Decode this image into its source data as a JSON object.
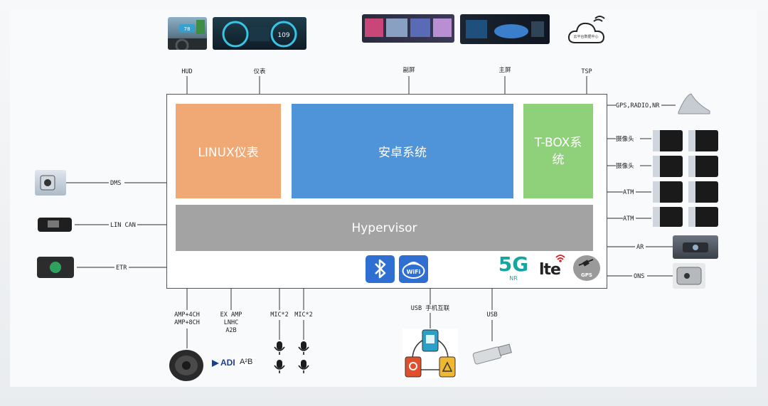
{
  "blocks": {
    "linux": "LINUX仪表",
    "android": "安卓系统",
    "tbox_line1": "T-BOX系",
    "tbox_line2": "统",
    "hypervisor": "Hypervisor"
  },
  "top_labels": {
    "hud": "HUD",
    "cluster": "仪表",
    "sub_screen": "副屏",
    "main_screen": "主屏",
    "tsp": "TSP"
  },
  "left_labels": {
    "dms": "DMS",
    "lin_can": "LIN CAN",
    "etr": "ETR"
  },
  "right_labels": {
    "gps_radio": "GPS,RADIO,NR",
    "camera1": "摄像头",
    "camera2": "摄像头",
    "atm1": "ATM",
    "atm2": "ATM",
    "ar": "AR",
    "ons": "ONS"
  },
  "bottom_labels": {
    "amp_line1": "AMP+4CH",
    "amp_line2": "AMP+8CH",
    "ext_line1": "EX AMP",
    "ext_line2": "LNHC",
    "ext_line3": "A2B",
    "mic1": "MIC*2",
    "mic2": "MIC*2",
    "usb_phone": "USB 手机互联",
    "usb": "USB"
  },
  "badges": {
    "g5": "5G",
    "nr": "NR",
    "lte": "lte",
    "gps": "GPS",
    "wifi": "WiFi",
    "adi": "ADI",
    "a2b": "A²B"
  },
  "cloud_text": "云平台数据中心",
  "hud_readout": "78",
  "cluster_readout": "109",
  "colors": {
    "linux": "#f0a875",
    "android": "#4f93d8",
    "tbox": "#8fd07a",
    "hypervisor": "#a3a3a3",
    "bluetooth": "#2f6fd2",
    "wifi": "#2f6fd2"
  }
}
